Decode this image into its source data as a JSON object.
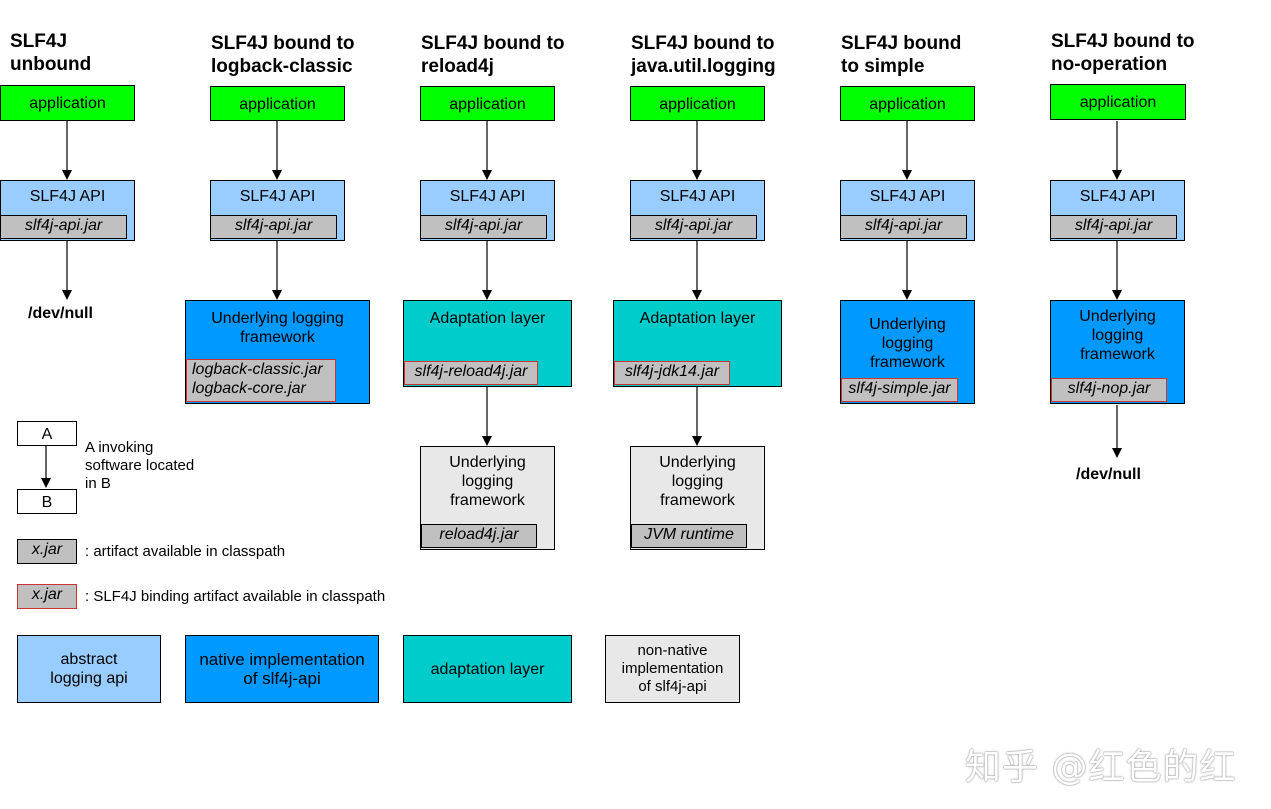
{
  "columns": [
    {
      "title": "SLF4J\nunbound",
      "app": "application",
      "api": "SLF4J API",
      "api_jar": "slf4j-api.jar",
      "end": "/dev/null"
    },
    {
      "title": "SLF4J bound to\nlogback-classic",
      "app": "application",
      "api": "SLF4J API",
      "api_jar": "slf4j-api.jar",
      "impl": "Underlying logging\nframework",
      "impl_jar": "logback-classic.jar\nlogback-core.jar"
    },
    {
      "title": "SLF4J bound to\nreload4j",
      "app": "application",
      "api": "SLF4J API",
      "api_jar": "slf4j-api.jar",
      "adapt": "Adaptation layer",
      "adapt_jar": "slf4j-reload4j.jar",
      "under": "Underlying\nlogging\nframework",
      "under_jar": "reload4j.jar"
    },
    {
      "title": "SLF4J bound to\njava.util.logging",
      "app": "application",
      "api": "SLF4J API",
      "api_jar": "slf4j-api.jar",
      "adapt": "Adaptation layer",
      "adapt_jar": "slf4j-jdk14.jar",
      "under": "Underlying\nlogging\nframework",
      "under_jar": "JVM runtime"
    },
    {
      "title": "SLF4J bound\nto simple",
      "app": "application",
      "api": "SLF4J API",
      "api_jar": "slf4j-api.jar",
      "impl": "Underlying\nlogging\nframework",
      "impl_jar": "slf4j-simple.jar"
    },
    {
      "title": "SLF4J bound to\nno-operation",
      "app": "application",
      "api": "SLF4J API",
      "api_jar": "slf4j-api.jar",
      "impl": "Underlying\nlogging\nframework",
      "impl_jar": "slf4j-nop.jar",
      "end": "/dev/null"
    }
  ],
  "legend": {
    "box_a": "A",
    "box_b": "B",
    "invoke_text": "A invoking\nsoftware located\nin B",
    "jar_sample": "x.jar",
    "jar_text": ": artifact available in classpath",
    "binding_sample": "x.jar",
    "binding_text": ": SLF4J binding artifact available in classpath",
    "abstract": "abstract\nlogging api",
    "native": "native implementation\nof slf4j-api",
    "adaptation": "adaptation layer",
    "nonnative": "non-native\nimplementation\nof slf4j-api"
  },
  "watermark": "知乎 @红色的红",
  "colors": {
    "application": "#00ff00",
    "api": "#99ccff",
    "native": "#0099ff",
    "adaptation": "#00cccc",
    "nonnative": "#e8e8e8",
    "jar": "#c0c0c0",
    "binding_border": "#cc3333"
  }
}
